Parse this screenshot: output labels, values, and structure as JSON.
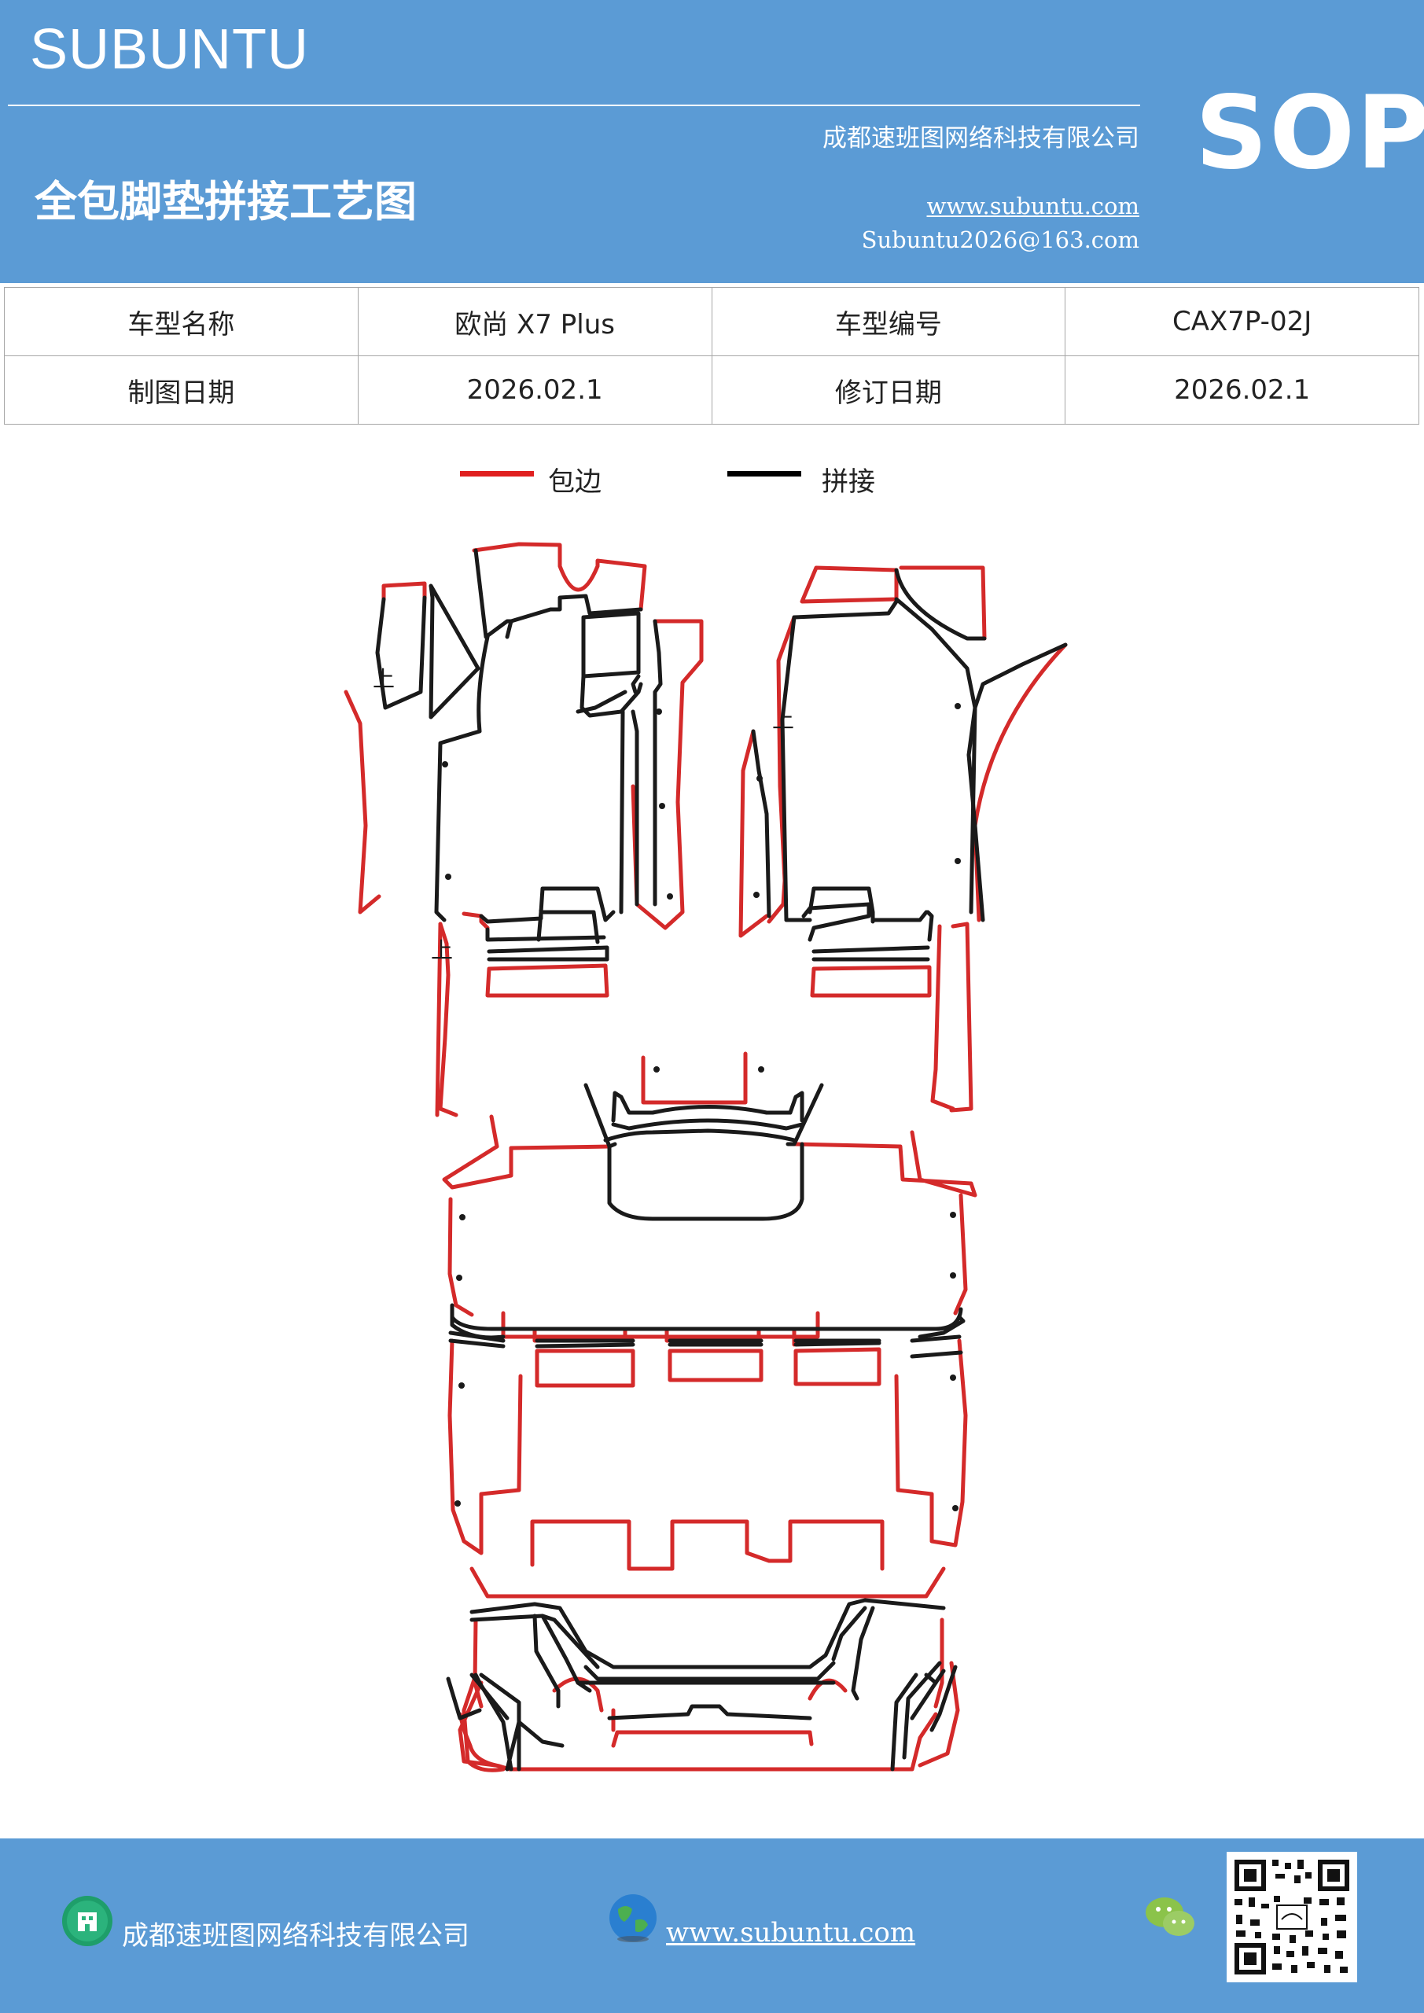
{
  "header": {
    "brand": "SUBUNTU",
    "company": "成都速班图网络科技有限公司",
    "title": "全包脚垫拼接工艺图",
    "website": "www.subuntu.com",
    "email": "Subuntu2026@163.com",
    "badge": "SOP",
    "background_color": "#5b9bd5"
  },
  "info_table": {
    "rows": [
      [
        "车型名称",
        "欧尚 X7  Plus",
        "车型编号",
        "CAX7P-02J"
      ],
      [
        "制图日期",
        "2026.02.1",
        "修订日期",
        "2026.02.1"
      ]
    ]
  },
  "legend": {
    "items": [
      {
        "label": "包边",
        "color": "#e02020"
      },
      {
        "label": "拼接",
        "color": "#000000"
      }
    ]
  },
  "diagram": {
    "marks": [
      "上",
      "上",
      "上"
    ],
    "edge_color": "#d42a2a",
    "seam_color": "#1a1a1a"
  },
  "footer": {
    "company": "成都速班图网络科技有限公司",
    "website": "www.subuntu.com",
    "icons": [
      "building-icon",
      "globe-icon",
      "wechat-icon",
      "qr-code"
    ]
  }
}
